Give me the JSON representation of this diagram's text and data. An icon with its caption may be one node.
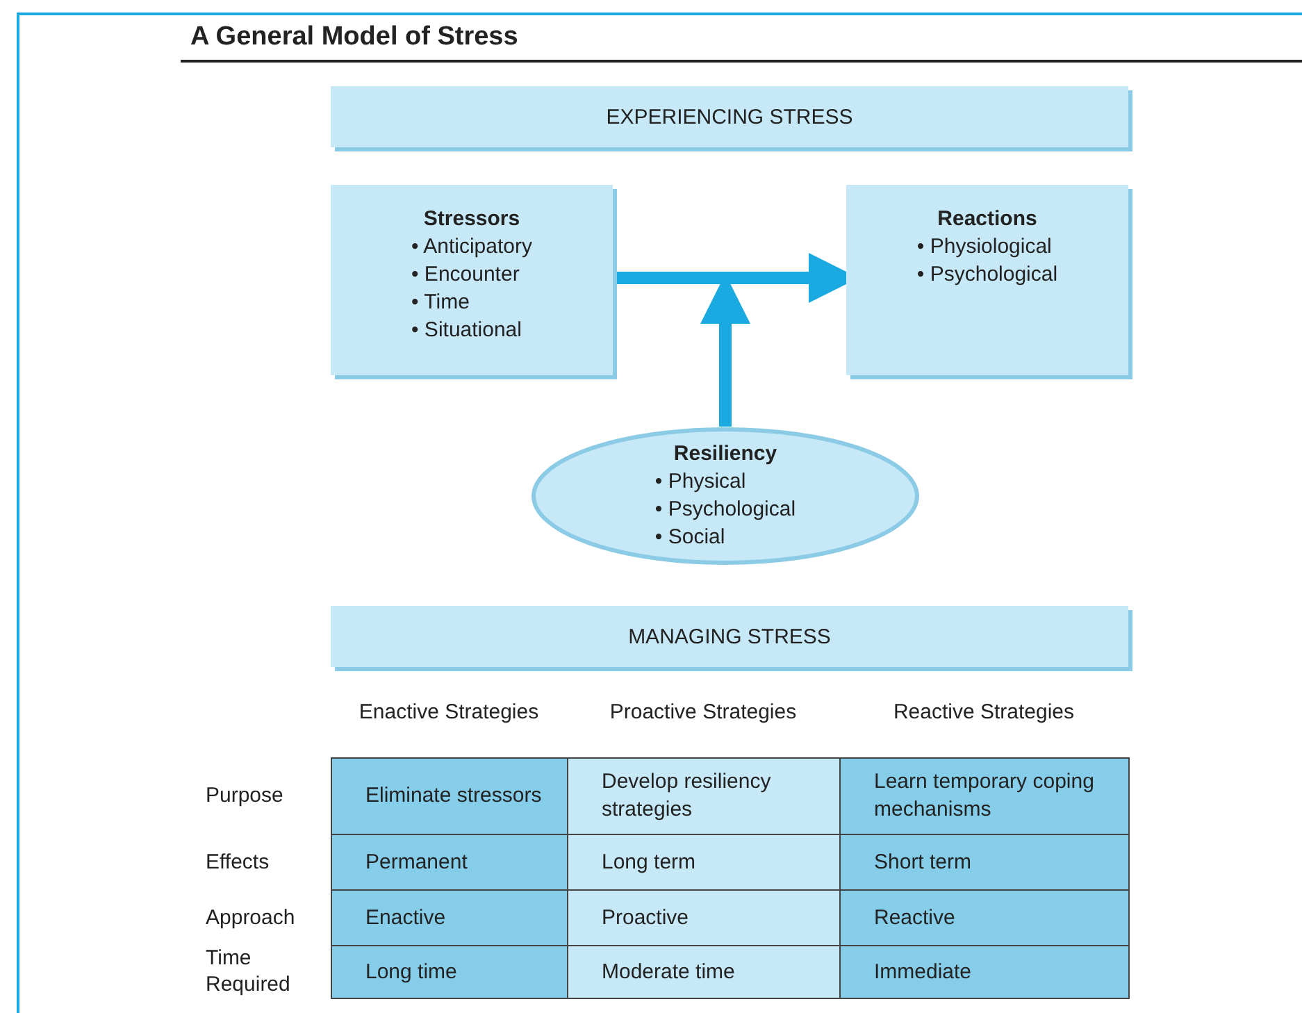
{
  "diagram": {
    "title": "A General Model of Stress",
    "nodes": [
      {
        "text": [
          "EXPERIENCING STRESS"
        ]
      },
      {
        "text": [
          "Stressors",
          "• Anticipatory",
          "• Encounter",
          "• Time",
          "• Situational"
        ]
      },
      {
        "text": [
          "Reactions",
          "• Physiological",
          "• Psychological"
        ]
      },
      {
        "text": [
          "Resiliency",
          "• Physical",
          "• Psychological",
          "• Social"
        ]
      },
      {
        "text": [
          "MANAGING STRESS"
        ]
      }
    ],
    "edges": [
      {
        "from": 1,
        "to": 2,
        "arrow": "to"
      },
      {
        "from": 3,
        "to": null,
        "arrow": "to"
      }
    ],
    "labels": [
      "Enactive Strategies",
      "Proactive Strategies",
      "Reactive Strategies",
      "Purpose",
      "Eliminate stressors",
      "Develop resiliency strategies",
      "Learn temporary coping mechanisms",
      "Effects",
      "Permanent",
      "Long term",
      "Short term",
      "Approach",
      "Enactive",
      "Proactive",
      "Reactive",
      "Time Required",
      "Long time",
      "Moderate time",
      "Immediate"
    ]
  }
}
